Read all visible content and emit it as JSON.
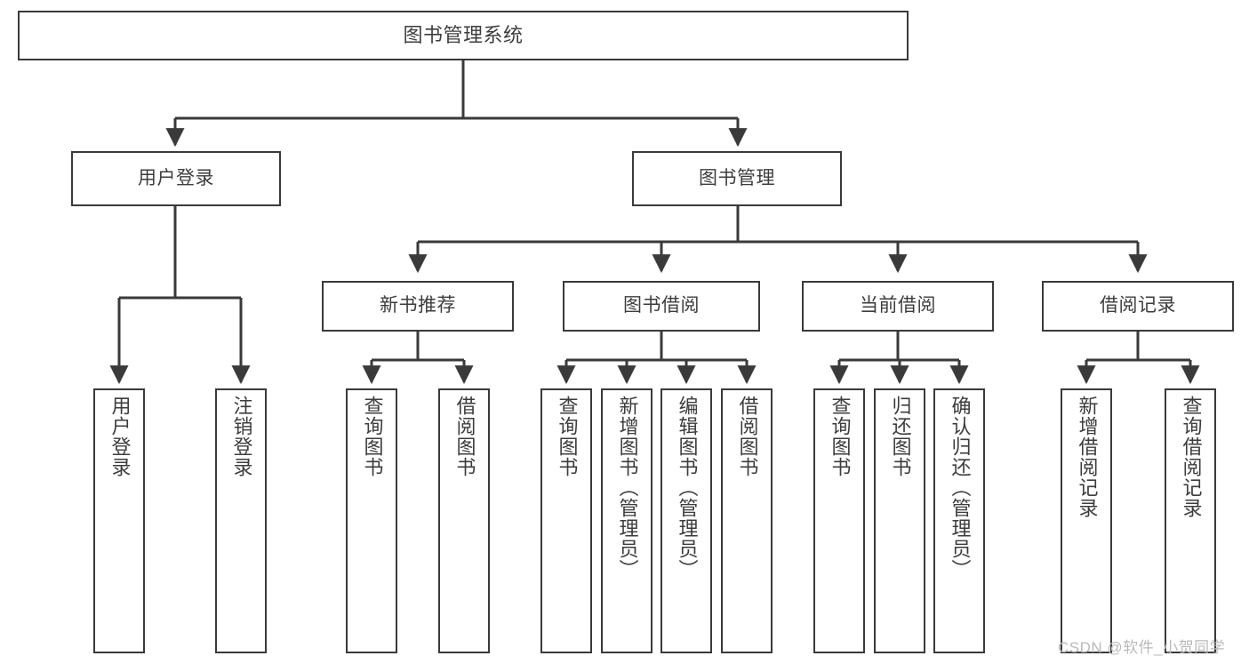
{
  "diagram": {
    "title": "图书管理系统",
    "type": "tree-hierarchy-diagram",
    "root": {
      "id": "root",
      "label": "图书管理系统"
    },
    "level1": [
      {
        "id": "user-login",
        "label": "用户登录"
      },
      {
        "id": "book-manage",
        "label": "图书管理"
      }
    ],
    "level2": [
      {
        "id": "new-book-rec",
        "label": "新书推荐",
        "parent": "book-manage"
      },
      {
        "id": "book-borrow",
        "label": "图书借阅",
        "parent": "book-manage"
      },
      {
        "id": "current-borrow",
        "label": "当前借阅",
        "parent": "book-manage"
      },
      {
        "id": "borrow-record",
        "label": "借阅记录",
        "parent": "book-manage"
      }
    ],
    "leaves": [
      {
        "id": "leaf-user-login",
        "label": "用户登录",
        "parent": "user-login"
      },
      {
        "id": "leaf-logout-login",
        "label": "注销登录",
        "parent": "user-login"
      },
      {
        "id": "leaf-query-book-1",
        "label": "查询图书",
        "parent": "new-book-rec"
      },
      {
        "id": "leaf-borrow-book-1",
        "label": "借阅图书",
        "parent": "new-book-rec"
      },
      {
        "id": "leaf-query-book-2",
        "label": "查询图书",
        "parent": "book-borrow"
      },
      {
        "id": "leaf-add-book",
        "label": "新增图书（管理员）",
        "parent": "book-borrow"
      },
      {
        "id": "leaf-edit-book",
        "label": "编辑图书（管理员）",
        "parent": "book-borrow"
      },
      {
        "id": "leaf-borrow-book-2",
        "label": "借阅图书",
        "parent": "book-borrow"
      },
      {
        "id": "leaf-query-book-3",
        "label": "查询图书",
        "parent": "current-borrow"
      },
      {
        "id": "leaf-return-book",
        "label": "归还图书",
        "parent": "current-borrow"
      },
      {
        "id": "leaf-confirm-return",
        "label": "确认归还（管理员）",
        "parent": "current-borrow"
      },
      {
        "id": "leaf-add-record",
        "label": "新增借阅记录",
        "parent": "borrow-record"
      },
      {
        "id": "leaf-query-record",
        "label": "查询借阅记录",
        "parent": "borrow-record"
      }
    ],
    "watermark": "CSDN @软件_小贺同学",
    "colors": {
      "border": "#3a3a3a",
      "text": "#3d3d3d",
      "background": "#ffffff",
      "connector": "#3a3a3a",
      "watermark": "#b9b9b9"
    }
  }
}
